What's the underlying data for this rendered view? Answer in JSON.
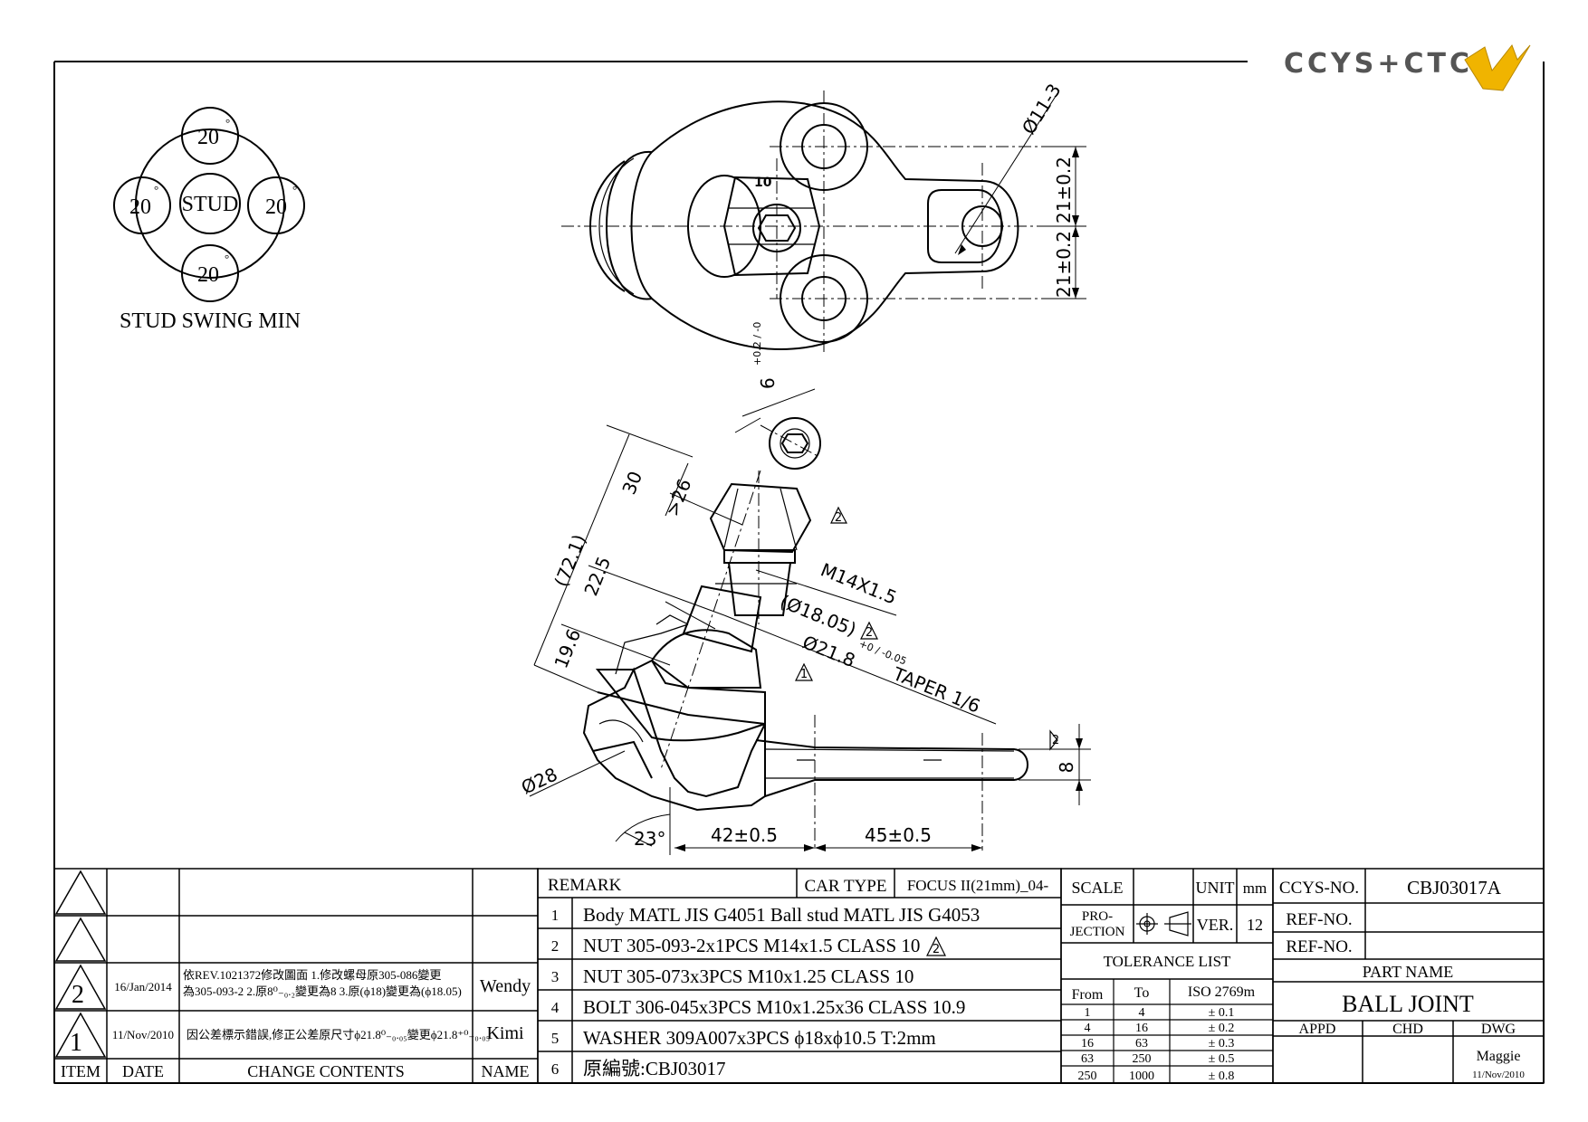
{
  "logo": {
    "text": "CCYS+CTC",
    "accent_color": "#f0b400"
  },
  "swing_diagram": {
    "top": "20",
    "left": "20",
    "right": "20",
    "bottom": "20",
    "degree_mark": "°",
    "center": "STUD",
    "caption": "STUD SWING MIN"
  },
  "dimensions": {
    "hole_dia": "Ø11-3",
    "offset_upper": "21±0.2",
    "offset_lower": "21±0.2",
    "hex_mark": "10",
    "hex_socket": "6",
    "hex_socket_tol": "+0.2 / -0",
    "len_30": "30",
    "len_26": ">26",
    "len_72": "(72.1)",
    "len_22": "22.5",
    "len_19": "19.6",
    "thread": "M14X1.5",
    "dia_18": "(Ø18.05)",
    "taper_dia": "Ø21.8",
    "taper_tol": "+0 / -0.05",
    "taper_text": "TAPER 1/6",
    "dia_28": "Ø28",
    "angle": "23°",
    "dist_42": "42±0.5",
    "dist_45": "45±0.5",
    "thick_8": "8",
    "rev_mark_1": "1",
    "rev_mark_2": "2"
  },
  "revisions": {
    "headers": {
      "item": "ITEM",
      "date": "DATE",
      "contents": "CHANGE CONTENTS",
      "name": "NAME"
    },
    "rows": [
      {
        "item": "",
        "date": "",
        "contents": "",
        "name": ""
      },
      {
        "item": "",
        "date": "",
        "contents": "",
        "name": ""
      },
      {
        "item": "2",
        "date": "16/Jan/2014",
        "contents_1": "依REV.1021372修改圖面 1.修改螺母原305-086變更",
        "contents_2": "為305-093-2 2.原8⁰₋₀.₂變更為8 3.原(ϕ18)變更為(ϕ18.05)",
        "name": "Wendy"
      },
      {
        "item": "1",
        "date": "11/Nov/2010",
        "contents": "因公差標示錯誤,修正公差原尺寸ϕ21.8⁰₋₀.₀₅變更ϕ21.8⁺⁰₋₀.₀₅",
        "name": "Kimi"
      }
    ]
  },
  "remarks": {
    "header": "REMARK",
    "car_type_label": "CAR TYPE",
    "car_type_value": "FOCUS II(21mm)_04-",
    "items": [
      {
        "no": "1",
        "text": "Body MATL JIS G4051      Ball stud MATL JIS G4053"
      },
      {
        "no": "2",
        "text": "NUT 305-093-2x1PCS M14x1.5 CLASS 10"
      },
      {
        "no": "3",
        "text": "NUT 305-073x3PCS M10x1.25 CLASS 10"
      },
      {
        "no": "4",
        "text": "BOLT 306-045x3PCS M10x1.25x36 CLASS 10.9"
      },
      {
        "no": "5",
        "text": "WASHER 309A007x3PCS ϕ18xϕ10.5 T:2mm"
      },
      {
        "no": "6",
        "text": "原編號:CBJ03017"
      }
    ]
  },
  "titleblock": {
    "scale_label": "SCALE",
    "scale_value": "",
    "unit_label": "UNIT",
    "unit_value": "mm",
    "projection_label_1": "PRO-",
    "projection_label_2": "JECTION",
    "ver_label": "VER.",
    "ver_value": "12",
    "ccys_label": "CCYS-NO.",
    "ccys_value": "CBJ03017A",
    "ref1_label": "REF-NO.",
    "ref1_value": "",
    "ref2_label": "REF-NO.",
    "ref2_value": "",
    "part_name_label": "PART NAME",
    "part_name_value": "BALL JOINT",
    "appd_label": "APPD",
    "chd_label": "CHD",
    "dwg_label": "DWG",
    "appd_value": "",
    "chd_value": "",
    "dwg_value": "Maggie",
    "dwg_date": "11/Nov/2010"
  },
  "tolerance": {
    "title": "TOLERANCE LIST",
    "headers": {
      "from": "From",
      "to": "To",
      "std": "ISO 2769m"
    },
    "rows": [
      {
        "from": "1",
        "to": "4",
        "tol": "± 0.1"
      },
      {
        "from": "4",
        "to": "16",
        "tol": "± 0.2"
      },
      {
        "from": "16",
        "to": "63",
        "tol": "± 0.3"
      },
      {
        "from": "63",
        "to": "250",
        "tol": "± 0.5"
      },
      {
        "from": "250",
        "to": "1000",
        "tol": "± 0.8"
      }
    ]
  }
}
